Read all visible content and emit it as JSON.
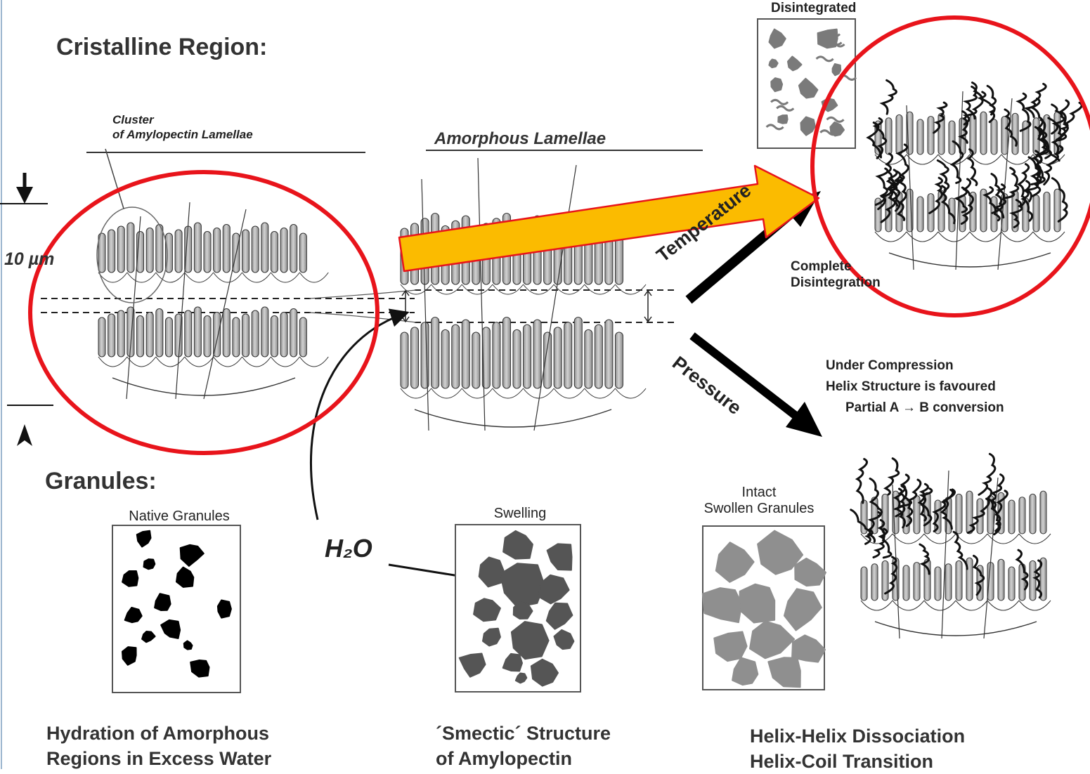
{
  "titles": {
    "crystalline": "Cristalline Region:",
    "granules": "Granules:"
  },
  "labels": {
    "cluster_line1": "Cluster",
    "cluster_line2": "of Amylopectin Lamellae",
    "amorphous": "Amorphous Lamellae",
    "scale": "10 µm",
    "temperature": "Temperature",
    "pressure": "Pressure",
    "complete_line1": "Complete",
    "complete_line2": "Disintegration",
    "disintegrated": "Disintegrated",
    "compression_line1": "Under Compression",
    "compression_line2": "Helix Structure is favoured",
    "compression_line3": "Partial A → B conversion",
    "water": "H₂O",
    "native": "Native Granules",
    "swelling": "Swelling",
    "intact_line1": "Intact",
    "intact_line2": "Swollen Granules"
  },
  "captions": {
    "col1_line1": "Hydration of Amorphous",
    "col1_line2": "Regions in Excess Water",
    "col2_line1": "´Smectic´ Structure",
    "col2_line2": "of Amylopectin",
    "col3_line1": "Helix-Helix Dissociation",
    "col3_line2": "Helix-Coil Transition"
  },
  "colors": {
    "highlight_circle": "#e8141b",
    "highlight_arrow": "#fbbb00",
    "lamella_fill": "#b5b5b5",
    "native_granule": "#000000",
    "swelling_granule": "#555555",
    "swollen_granule": "#8f8f8f"
  }
}
